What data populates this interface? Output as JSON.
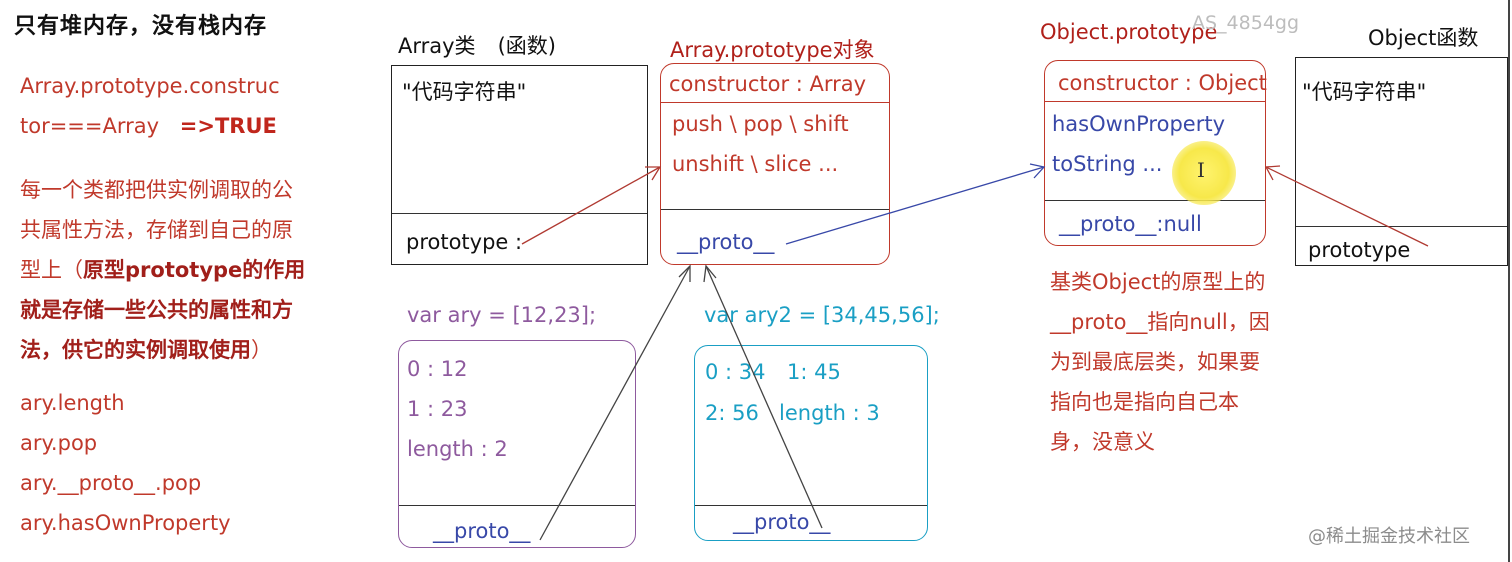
{
  "heading": "只有堆内存，没有栈内存",
  "watermark": "AS_4854gg",
  "credit": "@稀土掘金技术社区",
  "left": {
    "stmt_line1": "Array.prototype.construc",
    "stmt_line2": "tor===Array",
    "stmt_result": "=>TRUE",
    "note_lines": [
      "每一个类都把供实例调取的公",
      "共属性方法，存储到自己的原",
      "型上（"
    ],
    "note_bold": [
      "原型prototype的作用",
      "就是存储一些公共的属性和方",
      "法，供它的实例调取使用"
    ],
    "note_tail": "）",
    "examples": [
      "ary.length",
      "ary.pop",
      "ary.__proto__.pop",
      "ary.hasOwnProperty"
    ]
  },
  "array_class": {
    "title": "Array类",
    "subtitle": "(函数)",
    "code": "\"代码字符串\"",
    "prototype": "prototype :"
  },
  "array_proto": {
    "title": "Array.prototype对象",
    "constructor": "constructor : Array",
    "methods": [
      "push \\ pop \\ shift",
      "unshift \\ slice ..."
    ],
    "proto": "__proto__"
  },
  "object_proto": {
    "title": "Object.prototype",
    "constructor": "constructor : Object",
    "methods": [
      "hasOwnProperty",
      "toString ..."
    ],
    "proto": "__proto__:null"
  },
  "object_func": {
    "title": "Object函数",
    "code": "\"代码字符串\"",
    "prototype": "prototype"
  },
  "ary1": {
    "decl": "var ary = [12,23];",
    "items": [
      "0 : 12",
      "1 : 23",
      "length : 2"
    ],
    "proto": "__proto__"
  },
  "ary2": {
    "decl": "var ary2 = [34,45,56];",
    "row1": [
      "0 : 34",
      "1: 45"
    ],
    "row2": [
      "2: 56",
      "length : 3"
    ],
    "proto": "__proto__"
  },
  "base_note": [
    "基类Object的原型上的",
    "__proto__指向null，因",
    "为到最底层类，如果要",
    "指向也是指向自己本",
    "身，没意义"
  ],
  "colors": {
    "red": "#c0392b",
    "purple": "#8e5a9e",
    "blue": "#3848a8",
    "cyan": "#1a9fc4"
  }
}
